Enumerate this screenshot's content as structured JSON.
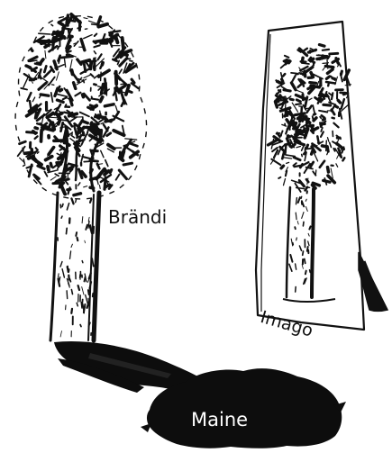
{
  "labels": {
    "tree": "Brändi",
    "picture": "Imago",
    "shadow": "Maine"
  },
  "colors": {
    "ink": "#111111",
    "paper": "#ffffff",
    "shadow_text": "#ffffff"
  },
  "icons": {
    "tree": "tree-drawing-icon",
    "framed_picture": "framed-picture-icon",
    "shadow": "shadow-icon"
  }
}
